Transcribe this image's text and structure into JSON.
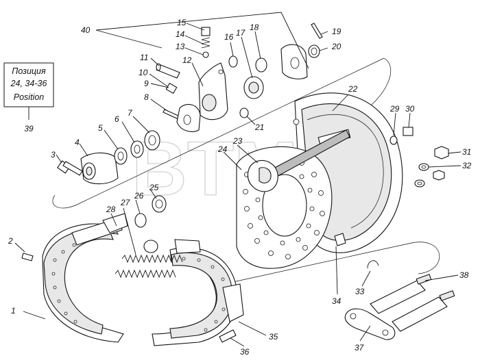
{
  "watermark": "BTM",
  "watermark_mark": "®",
  "info_box": {
    "line1": "Позиция",
    "line2": "24, 34-36",
    "line3": "Position",
    "ref": "39"
  },
  "callouts": {
    "c1": "1",
    "c2": "2",
    "c3": "3",
    "c4": "4",
    "c5": "5",
    "c6": "6",
    "c7": "7",
    "c8": "8",
    "c9": "9",
    "c10": "10",
    "c11": "11",
    "c12": "12",
    "c13": "13",
    "c14": "14",
    "c15": "15",
    "c16": "16",
    "c17": "17",
    "c18": "18",
    "c19": "19",
    "c20": "20",
    "c21": "21",
    "c22": "22",
    "c23": "23",
    "c24": "24",
    "c25": "25",
    "c26": "26",
    "c27": "27",
    "c28": "28",
    "c29": "29",
    "c30": "30",
    "c31": "31",
    "c32": "32",
    "c33": "33",
    "c34": "34",
    "c35": "35",
    "c36": "36",
    "c37": "37",
    "c38": "38",
    "c40": "40"
  }
}
